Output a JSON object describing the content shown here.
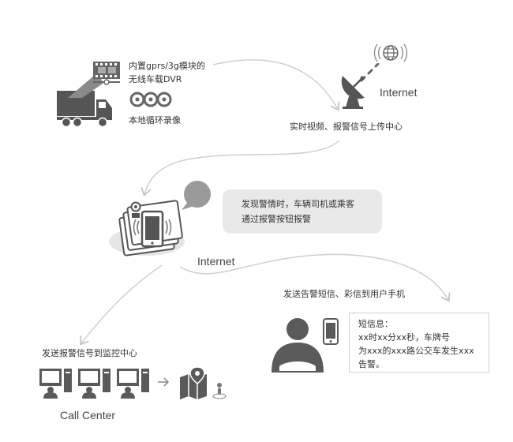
{
  "vehicle": {
    "dvr_line1": "内置gprs/3g模块的",
    "dvr_line2": "无线车载DVR",
    "local_record": "本地循环录像"
  },
  "internet_top": {
    "label": "Internet",
    "caption": "实时视频、报警信号上传中心"
  },
  "alarm": {
    "bubble_line1": "发现警情时，车辆司机或乘客",
    "bubble_line2": "通过报警按钮报警",
    "internet_label": "Internet"
  },
  "user_phone": {
    "caption": "发送告警短信、彩信到用户手机",
    "sms_title": "短信息：",
    "sms_line1": "xx时xx分xx秒，车牌号",
    "sms_line2": "为xxx的xxx路公交车发生xxx",
    "sms_line3": "告警。"
  },
  "call_center": {
    "caption": "发送报警信号到监控中心",
    "label": "Call Center"
  },
  "colors": {
    "icon_dark": "#5a5a5a",
    "icon_light": "#9a9a9a",
    "line": "#cfcfcf",
    "bubble": "#e9e9e9"
  },
  "icons": [
    "truck-icon",
    "film-strip-icon",
    "disc-icon",
    "satellite-dish-icon",
    "globe-icon",
    "smartphone-icon",
    "speech-bubble-icon",
    "person-icon",
    "computer-icon",
    "map-icon",
    "location-pin-icon",
    "arrow-right-icon"
  ]
}
